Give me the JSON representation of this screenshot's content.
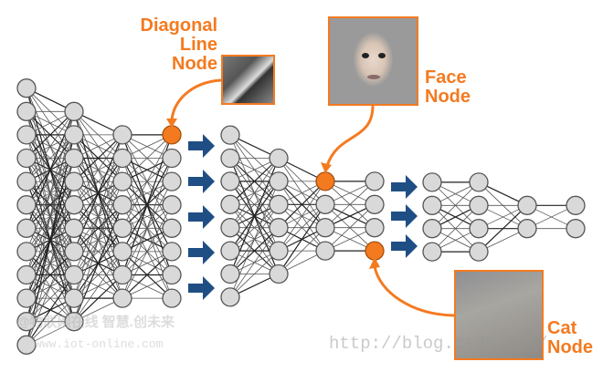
{
  "labels": {
    "diagonal_line": [
      "Diagonal",
      "Line",
      "Node"
    ],
    "face": [
      "Face",
      "Node"
    ],
    "cat": [
      "Cat",
      "Node"
    ]
  },
  "networks": [
    {
      "layers": [
        12,
        10,
        8,
        8
      ],
      "highlight": [
        [
          3,
          0
        ]
      ]
    },
    {
      "layers": [
        8,
        6,
        4,
        4
      ],
      "highlight": [
        [
          2,
          0
        ],
        [
          3,
          3
        ]
      ]
    },
    {
      "layers": [
        4,
        4,
        2,
        2
      ],
      "highlight": []
    }
  ],
  "watermarks": {
    "line1": "@物联网在线 智慧.创未来",
    "line2": "www.iot-online.com",
    "line3": "http://blog.csdn.net/"
  },
  "colors": {
    "accent": "#f47a20",
    "node": "#d9d9d9",
    "arrow": "#1f4e85"
  }
}
